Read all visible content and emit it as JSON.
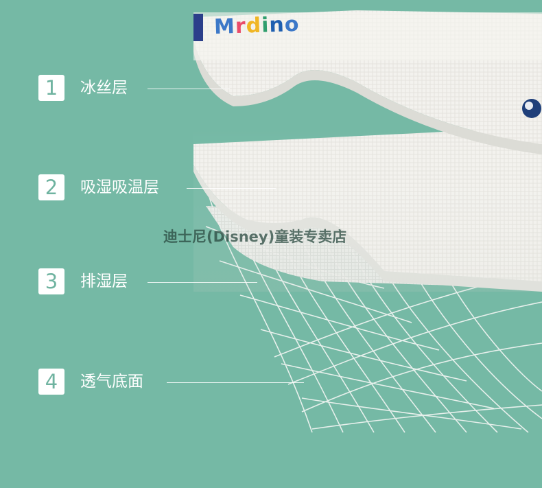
{
  "brand": {
    "logo_text": "Mrdino",
    "logo_letters": [
      "M",
      "r",
      "d",
      "i",
      "n",
      "o"
    ],
    "logo_colors": [
      "#3c78c8",
      "#e94b6a",
      "#f0b624",
      "#2f9e6d",
      "#1e5fb0",
      "#3c78c8"
    ]
  },
  "layers": [
    {
      "number": "1",
      "label": "冰丝层"
    },
    {
      "number": "2",
      "label": "吸湿吸温层"
    },
    {
      "number": "3",
      "label": "排湿层"
    },
    {
      "number": "4",
      "label": "透气底面"
    }
  ],
  "watermark": "迪士尼(Disney)童装专卖店",
  "colors": {
    "background": "#75b9a5",
    "number_text": "#6fb3a0",
    "label_text": "#ffffff",
    "sheet": "#f2f1ec"
  }
}
